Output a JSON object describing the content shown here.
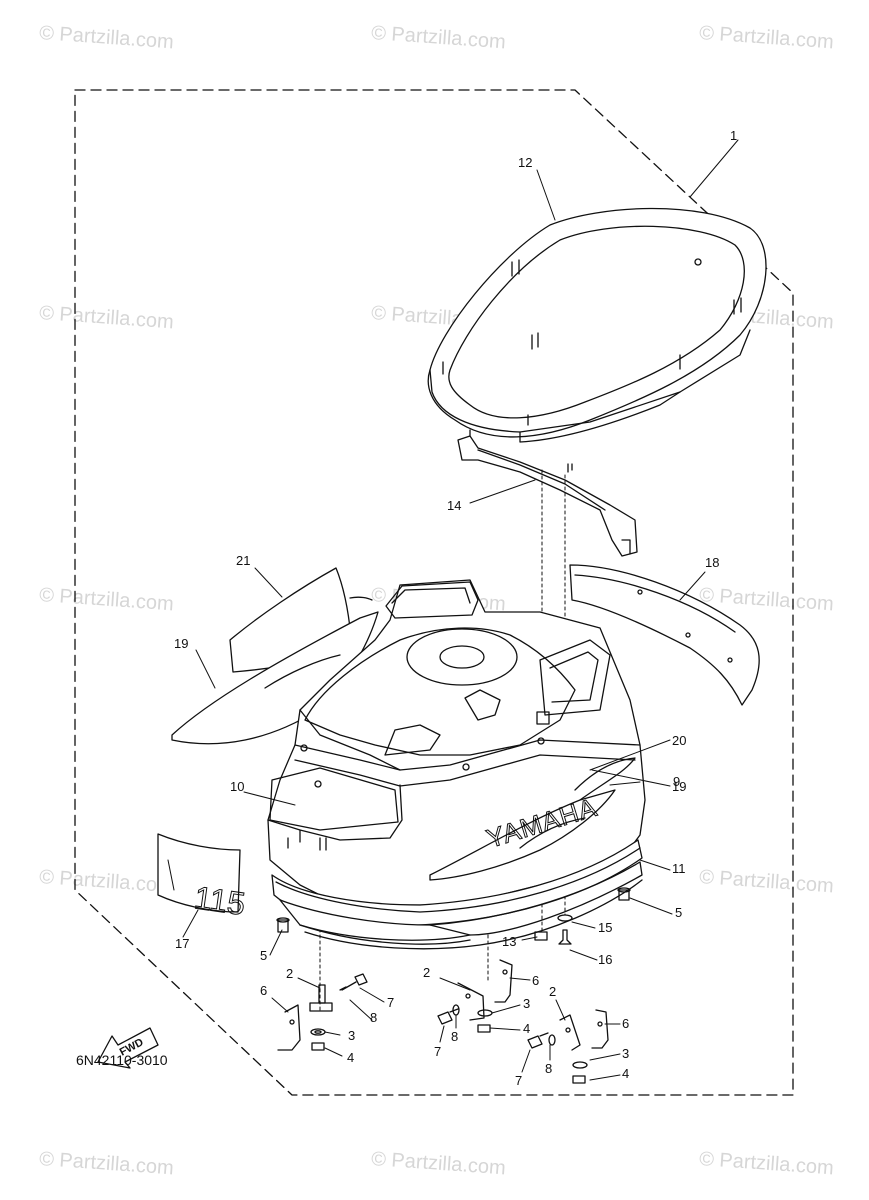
{
  "watermark": "© Partzilla.com",
  "diagram_code": "6N42110-3010",
  "fwd_label": "FWD",
  "brand_text": "YAMAHA",
  "model_number": "115",
  "callouts": [
    "1",
    "12",
    "14",
    "21",
    "18",
    "19",
    "20",
    "9",
    "10",
    "19",
    "11",
    "5",
    "17",
    "15",
    "5",
    "13",
    "16",
    "2",
    "7",
    "6",
    "8",
    "3",
    "4",
    "2",
    "6",
    "3",
    "4",
    "7",
    "8",
    "2",
    "6",
    "8",
    "3",
    "7",
    "4"
  ]
}
